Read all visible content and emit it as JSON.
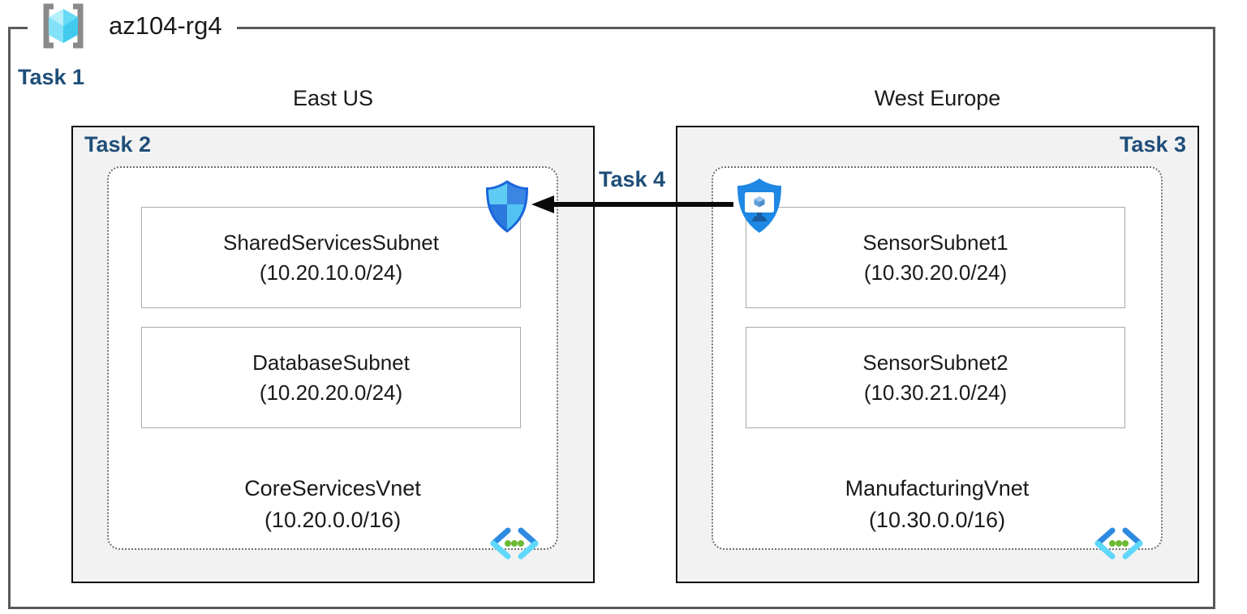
{
  "resource_group": {
    "name": "az104-rg4"
  },
  "labels": {
    "task1": "Task 1",
    "task4": "Task 4"
  },
  "regions": [
    {
      "name": "East US",
      "task_label": "Task 2",
      "vnet": {
        "name": "CoreServicesVnet",
        "cidr": "(10.20.0.0/16)",
        "subnets": [
          {
            "name": "SharedServicesSubnet",
            "cidr": "(10.20.10.0/24)"
          },
          {
            "name": "DatabaseSubnet",
            "cidr": "(10.20.20.0/24)"
          }
        ]
      }
    },
    {
      "name": "West Europe",
      "task_label": "Task 3",
      "vnet": {
        "name": "ManufacturingVnet",
        "cidr": "(10.30.0.0/16)",
        "subnets": [
          {
            "name": "SensorSubnet1",
            "cidr": "(10.30.20.0/24)"
          },
          {
            "name": "SensorSubnet2",
            "cidr": "(10.30.21.0/24)"
          }
        ]
      }
    }
  ],
  "connection": {
    "label": "Task 4",
    "from": "West Europe",
    "to": "East US"
  },
  "icons": {
    "resource_group": "resource-group-icon",
    "shield": "network-security-shield-icon",
    "protected_vm": "protected-vm-shield-icon",
    "virtual_network": "virtual-network-icon"
  },
  "colors": {
    "task_label": "#1F4E79",
    "text": "#1a1a1a",
    "region_fill": "#F2F2F2",
    "region_border": "#0d0d0d",
    "outer_border": "#5A5A5A",
    "dotted_border": "#6E6E6E",
    "subnet_border": "#A9A9A9",
    "arrow": "#0a0a0a",
    "azure_blue": "#1E88E4",
    "cyan": "#55D4F1",
    "green_dot": "#6CBA33"
  }
}
